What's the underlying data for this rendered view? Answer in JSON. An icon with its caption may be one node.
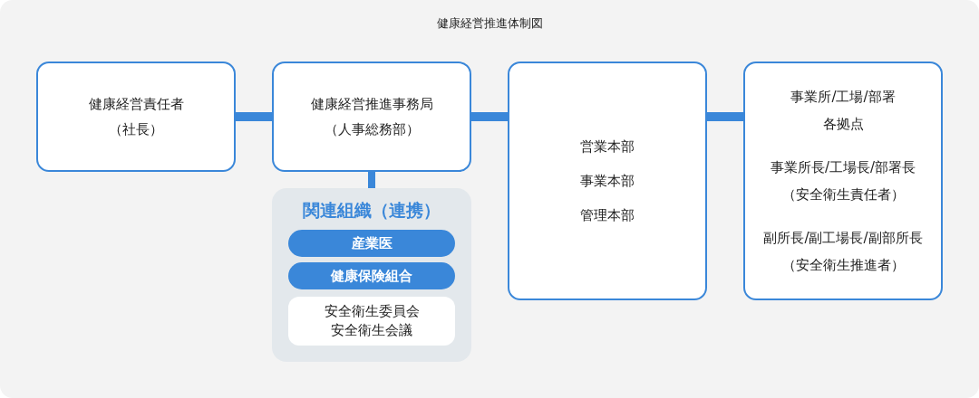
{
  "diagram": {
    "title": "健康経営推進体制図",
    "nodes": [
      {
        "text": [
          "健康経営責任者",
          "（社長）"
        ]
      },
      {
        "text": [
          "健康経営推進事務局",
          "（人事総務部）"
        ]
      },
      {
        "text": [
          "関連組織（連携）"
        ]
      },
      {
        "text": [
          "産業医"
        ],
        "in": 2
      },
      {
        "text": [
          "健康保険組合"
        ],
        "in": 2
      },
      {
        "text": [
          "安全衛生委員会",
          "安全衛生会議"
        ],
        "in": 2
      },
      {
        "text": [
          "営業本部",
          "事業本部",
          "管理本部"
        ]
      },
      {
        "text": [
          "事業所/工場/部署",
          "各拠点",
          "事業所長/工場長/部署長",
          "（安全衛生責任者）",
          "副所長/副工場長/副部所長",
          "（安全衛生推進者）"
        ]
      }
    ],
    "edges": [
      {
        "from": 0,
        "to": 1,
        "arrow": "none",
        "color": "#3a87d9"
      },
      {
        "from": 1,
        "to": 6,
        "arrow": "none",
        "color": "#3a87d9"
      },
      {
        "from": 6,
        "to": 7,
        "arrow": "none",
        "color": "#3a87d9"
      },
      {
        "from": 1,
        "to": 2,
        "arrow": "none",
        "color": "#3a87d9"
      }
    ]
  }
}
